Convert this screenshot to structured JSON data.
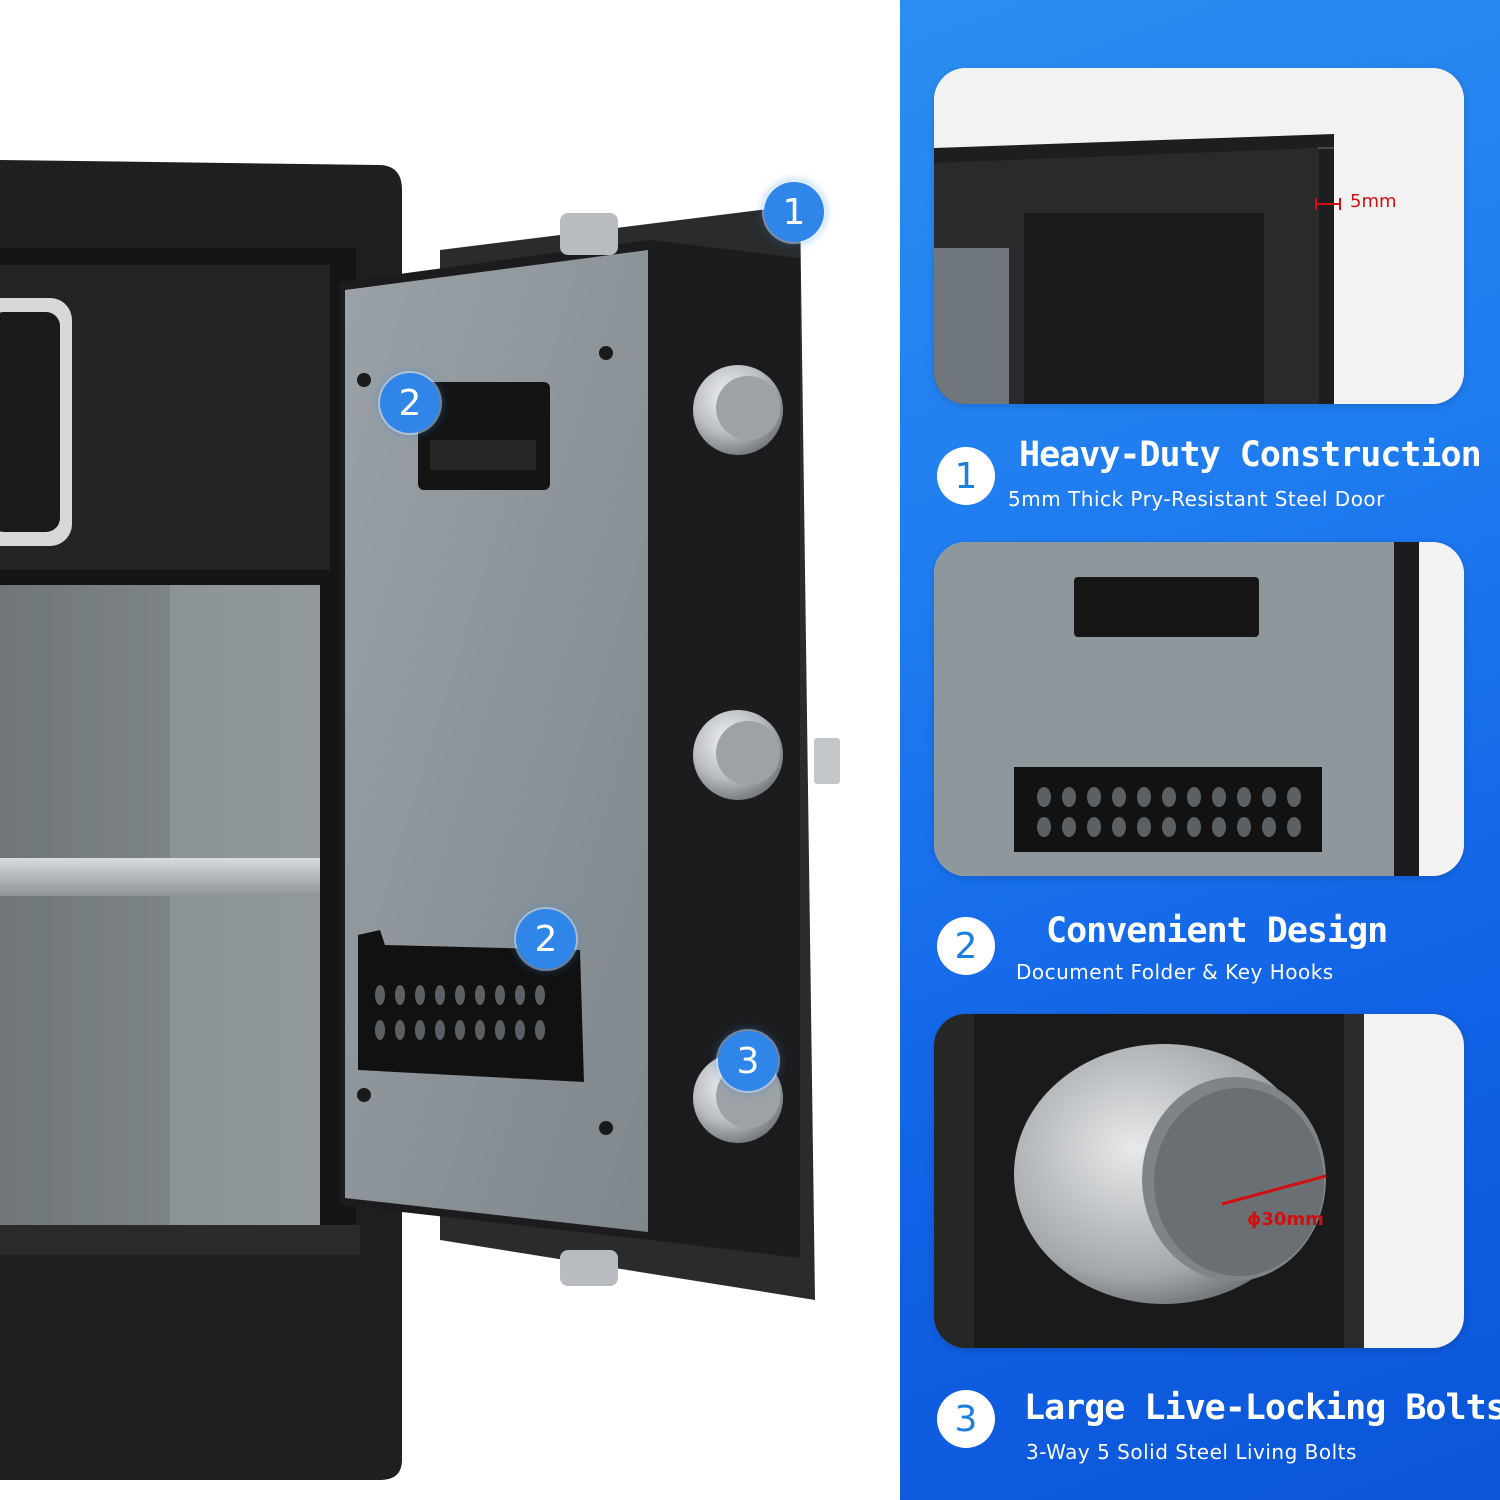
{
  "product_photo": {
    "callouts": [
      "1",
      "2",
      "2",
      "3"
    ]
  },
  "features": [
    {
      "number": "1",
      "title": "Heavy-Duty Construction",
      "subtitle": "5mm Thick Pry-Resistant Steel Door",
      "measurement": "5mm"
    },
    {
      "number": "2",
      "title": "Convenient Design",
      "subtitle": "Document Folder & Key Hooks"
    },
    {
      "number": "3",
      "title": "Large Live-Locking Bolts",
      "subtitle": "3-Way 5 Solid Steel Living Bolts",
      "measurement": "ɸ30mm"
    }
  ],
  "colors": {
    "panel_blue": "#1f7cf0",
    "safe_black": "#1e1e20",
    "door_gray": "#8c959c",
    "callout_blue": "#2f86e8",
    "measure_red": "#d01010"
  }
}
